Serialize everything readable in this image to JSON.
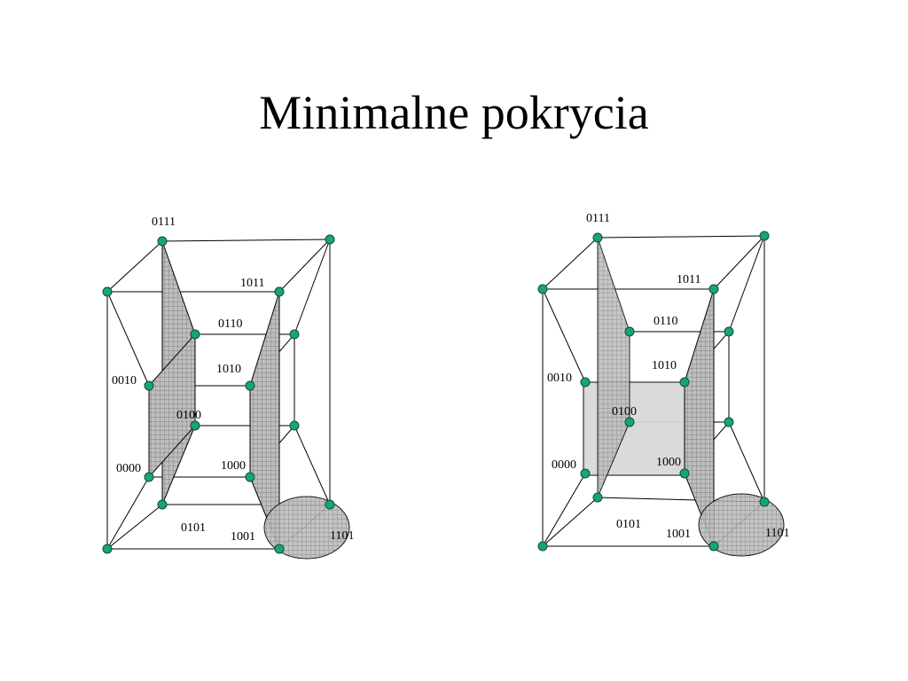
{
  "title": "Minimalne pokrycia",
  "colors": {
    "node": "#1aa37a",
    "edge": "#000000",
    "face": "#b4b4b4",
    "hatch": "#7a7a7a",
    "panel": "#dcdcdc"
  },
  "cubes": [
    {
      "labels": [
        "0111",
        "1011",
        "0110",
        "1010",
        "0010",
        "0100",
        "0000",
        "1000",
        "0101",
        "1001",
        "1101"
      ]
    },
    {
      "labels": [
        "0111",
        "1011",
        "0110",
        "1010",
        "0010",
        "0100",
        "0000",
        "1000",
        "0101",
        "1001",
        "1101"
      ]
    }
  ]
}
